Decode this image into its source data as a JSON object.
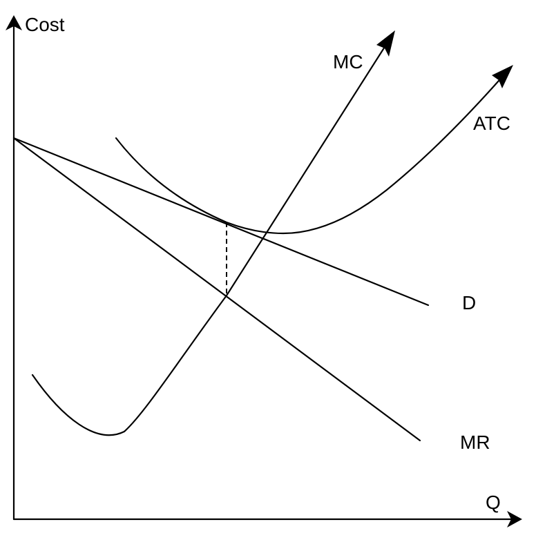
{
  "axes": {
    "y_label": "Cost",
    "x_label": "Q"
  },
  "curves": {
    "mc": "MC",
    "atc": "ATC",
    "demand": "D",
    "marginal_revenue": "MR"
  }
}
